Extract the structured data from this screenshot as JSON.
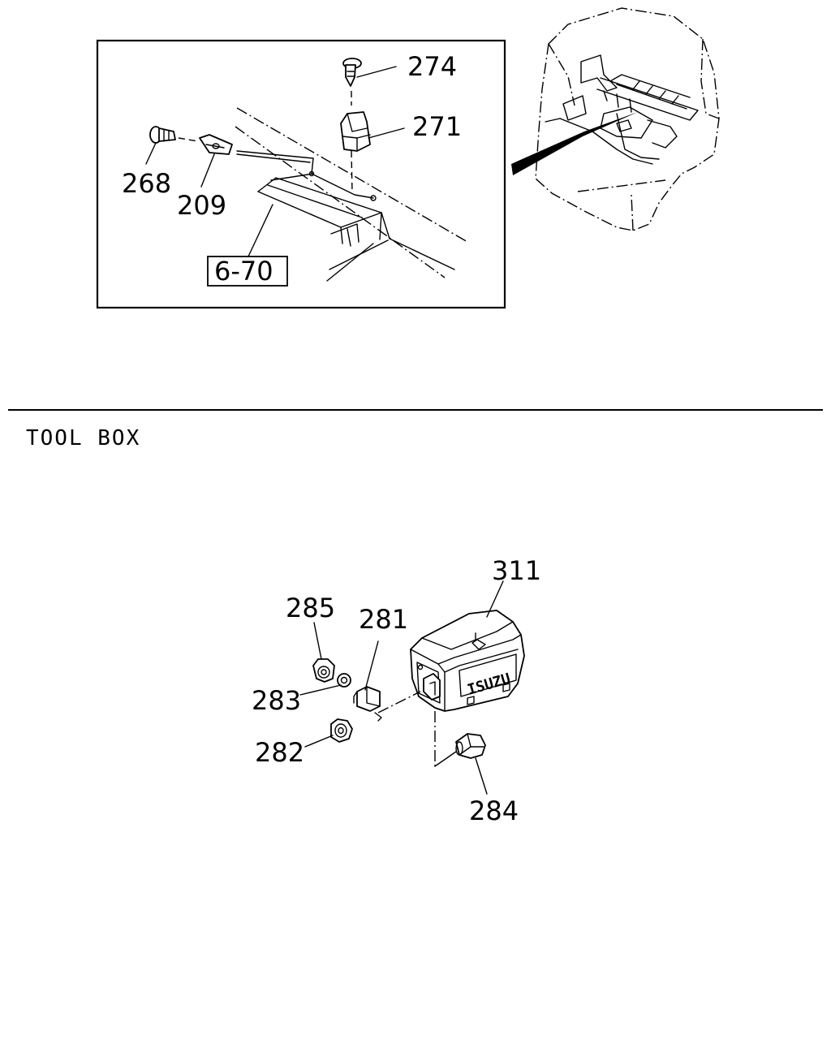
{
  "section_title": "TOOL BOX",
  "top_detail": {
    "reference": "6-70",
    "callouts": [
      "274",
      "271",
      "268",
      "209"
    ]
  },
  "tool_box": {
    "logo": "ISUZU",
    "callouts": [
      "311",
      "285",
      "281",
      "283",
      "282",
      "284"
    ]
  }
}
